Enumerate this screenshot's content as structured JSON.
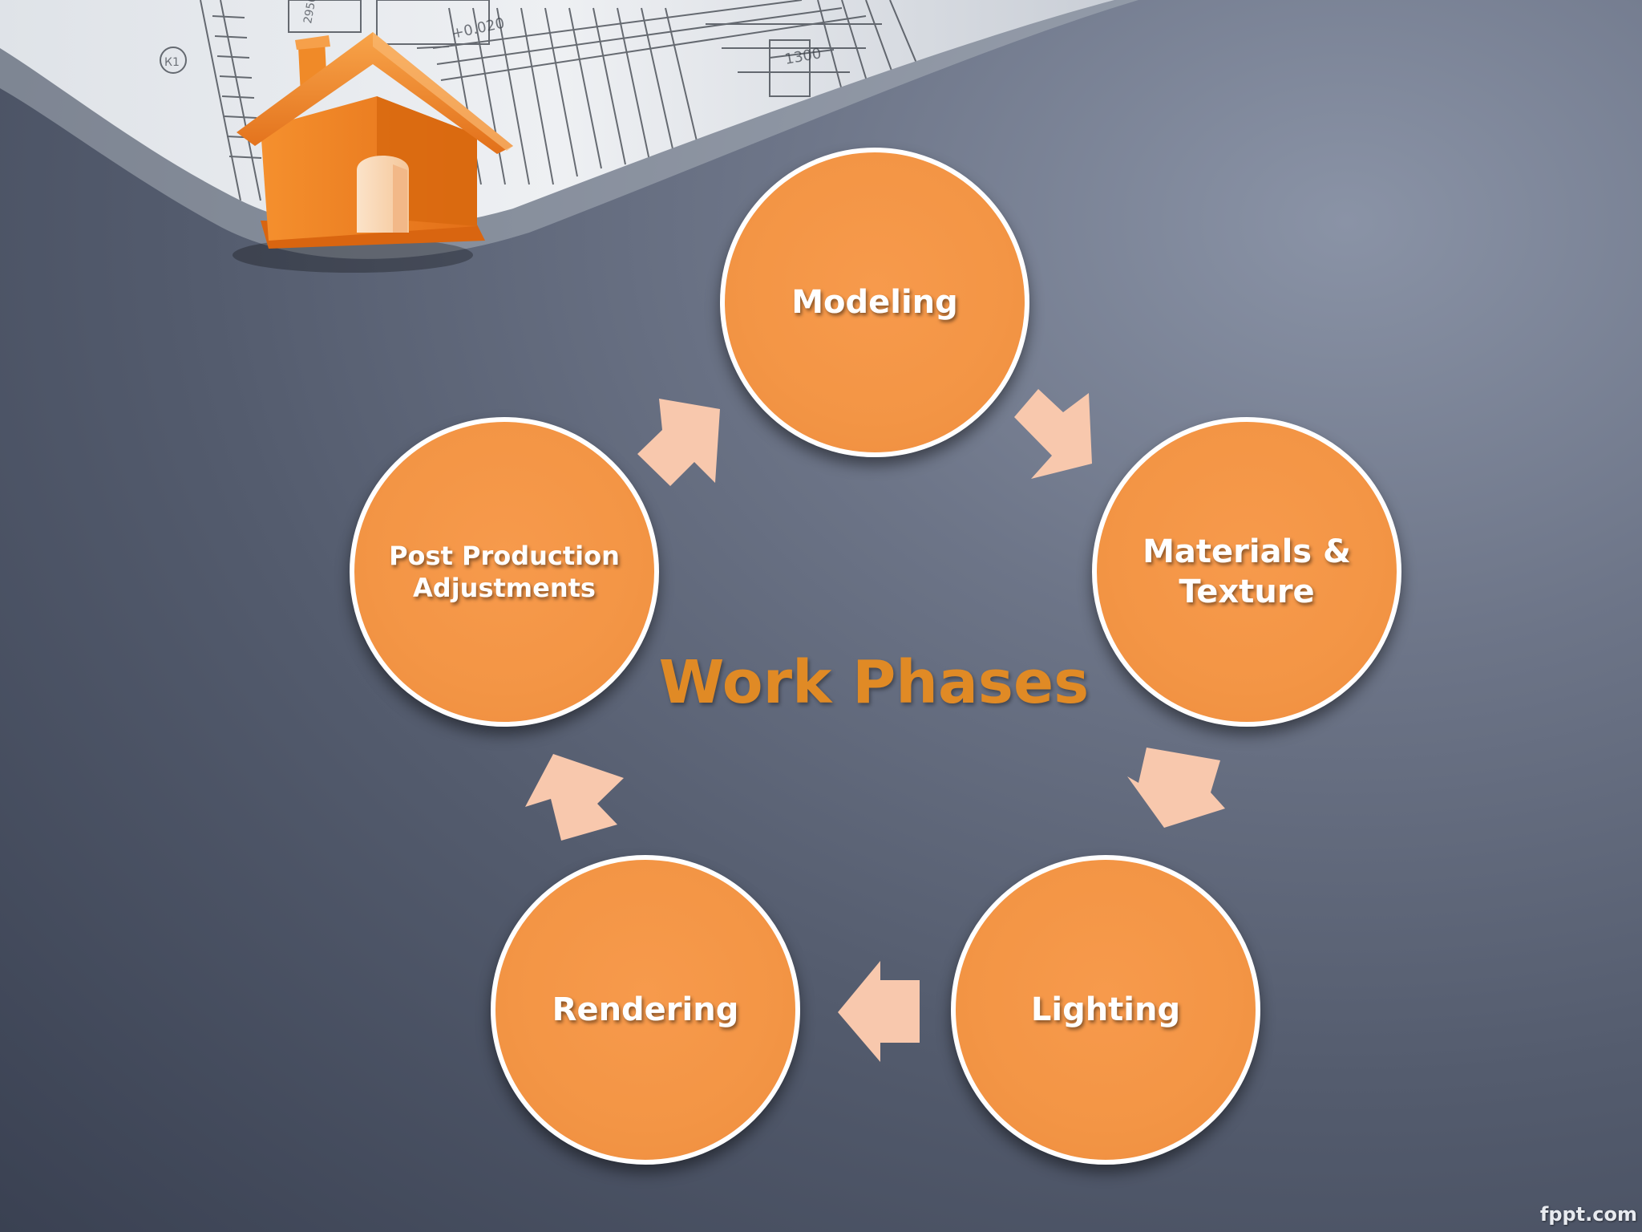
{
  "slide": {
    "title": "Work Phases",
    "watermark": "fppt.com",
    "colors": {
      "circle_fill": "#f39545",
      "circle_border": "#ffffff",
      "arrow_fill": "#f8c8ad",
      "title_color": "#e08a25",
      "background": "#545c6e"
    },
    "icons": [
      "house-icon",
      "blueprint-image"
    ]
  },
  "phases": [
    {
      "label": "Modeling"
    },
    {
      "label": "Materials &\nTexture"
    },
    {
      "label": "Lighting"
    },
    {
      "label": "Rendering"
    },
    {
      "label": "Post Production\nAdjustments"
    }
  ]
}
